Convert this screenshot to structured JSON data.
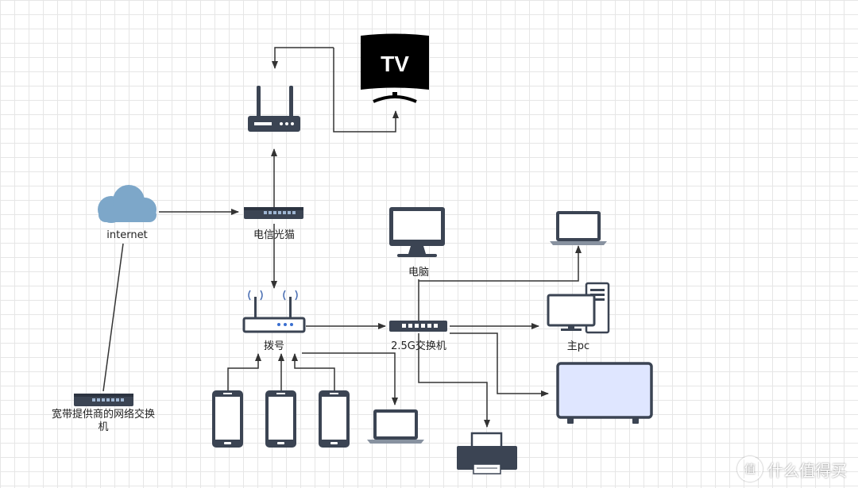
{
  "nodes": {
    "internet": "internet",
    "modem": "电信光猫",
    "dialer": "拨号",
    "switch": "2.5G交换机",
    "computer": "电脑",
    "main_pc": "主pc",
    "isp_switch": "宽带提供商的网络交换机",
    "tv_text": "TV"
  },
  "watermark": {
    "text": "什么值得买",
    "logo_glyph": "值"
  },
  "colors": {
    "line": "#333333",
    "device_dark": "#3b4453",
    "cloud": "#7da7c9",
    "screen_fill": "#dfe6ff"
  }
}
